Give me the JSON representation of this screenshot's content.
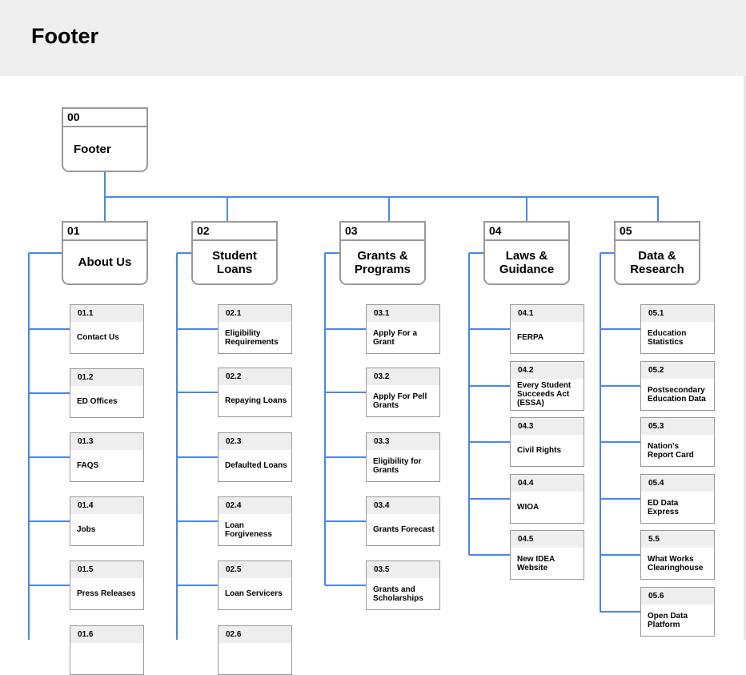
{
  "header": {
    "title": "Footer"
  },
  "root": {
    "num": "00",
    "label": "Footer"
  },
  "sections": [
    {
      "num": "01",
      "label": "About Us",
      "items": [
        {
          "num": "01.1",
          "label": "Contact Us"
        },
        {
          "num": "01.2",
          "label": "ED Offices"
        },
        {
          "num": "01.3",
          "label": "FAQS"
        },
        {
          "num": "01.4",
          "label": "Jobs"
        },
        {
          "num": "01.5",
          "label": "Press Releases"
        },
        {
          "num": "01.6",
          "label": ""
        }
      ]
    },
    {
      "num": "02",
      "label": "Student Loans",
      "items": [
        {
          "num": "02.1",
          "label": "Eligibility\nRequirements"
        },
        {
          "num": "02.2",
          "label": "Repaying Loans"
        },
        {
          "num": "02.3",
          "label": "Defaulted Loans"
        },
        {
          "num": "02.4",
          "label": "Loan Forgiveness"
        },
        {
          "num": "02.5",
          "label": "Loan Servicers"
        },
        {
          "num": "02.6",
          "label": ""
        }
      ]
    },
    {
      "num": "03",
      "label": "Grants &\nPrograms",
      "items": [
        {
          "num": "03.1",
          "label": "Apply For a Grant"
        },
        {
          "num": "03.2",
          "label": "Apply For Pell\nGrants"
        },
        {
          "num": "03.3",
          "label": "Eligibility for\nGrants"
        },
        {
          "num": "03.4",
          "label": "Grants Forecast"
        },
        {
          "num": "03.5",
          "label": "Grants and\nScholarships"
        }
      ]
    },
    {
      "num": "04",
      "label": "Laws &\nGuidance",
      "items": [
        {
          "num": "04.1",
          "label": "FERPA"
        },
        {
          "num": "04.2",
          "label": "Every Student\nSucceeds Act\n(ESSA)"
        },
        {
          "num": "04.3",
          "label": "Civil Rights"
        },
        {
          "num": "04.4",
          "label": "WIOA"
        },
        {
          "num": "04.5",
          "label": "New IDEA\nWebsite"
        }
      ]
    },
    {
      "num": "05",
      "label": "Data &\nResearch",
      "items": [
        {
          "num": "05.1",
          "label": "Education\nStatistics"
        },
        {
          "num": "05.2",
          "label": "Postsecondary\nEducation Data"
        },
        {
          "num": "05.3",
          "label": "Nation's\nReport Card"
        },
        {
          "num": "05.4",
          "label": "ED Data Express"
        },
        {
          "num": "5.5",
          "label": "What Works\nClearinghouse"
        },
        {
          "num": "05.6",
          "label": "Open Data\nPlatform"
        }
      ]
    }
  ],
  "colors": {
    "connector": "#4a86e8",
    "border": "#999999",
    "header_bg": "#efefef"
  }
}
